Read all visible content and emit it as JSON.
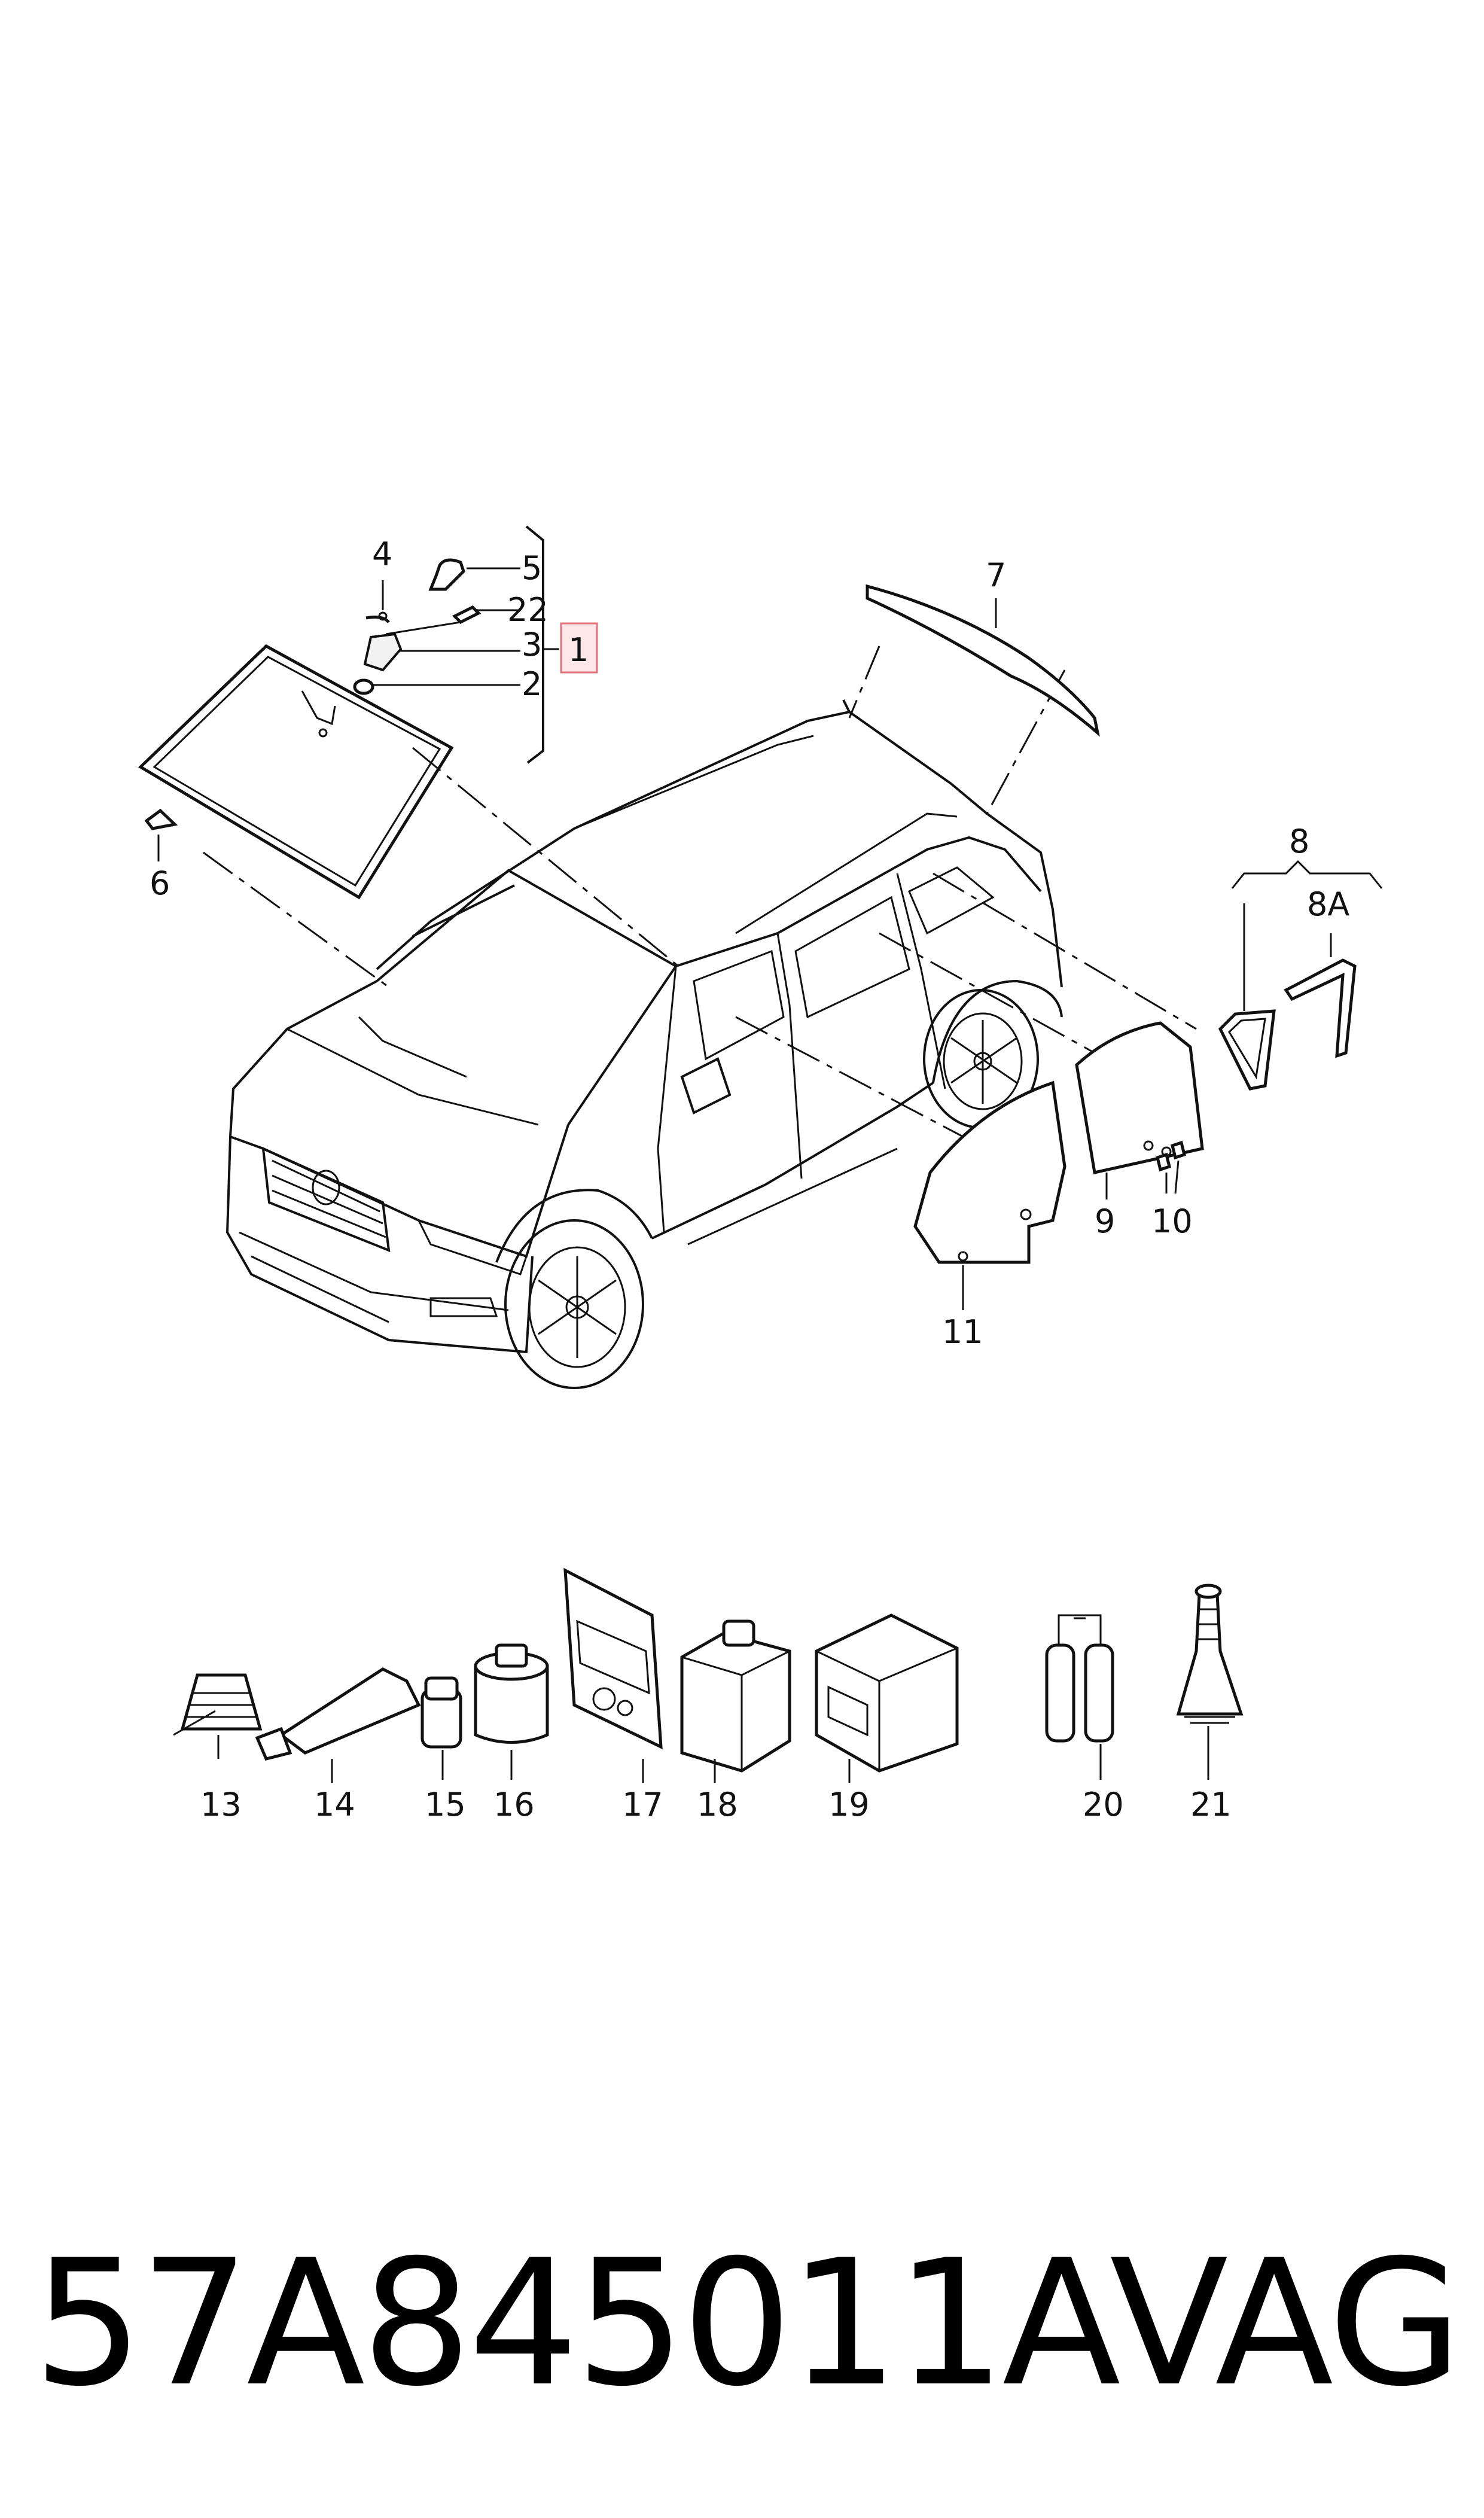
{
  "callouts": {
    "c1": "1",
    "c2": "2",
    "c3": "3",
    "c4": "4",
    "c5": "5",
    "c6": "6",
    "c7": "7",
    "c8": "8",
    "c8a": "8A",
    "c9": "9",
    "c10": "10",
    "c11": "11",
    "c13": "13",
    "c14": "14",
    "c15": "15",
    "c16": "16",
    "c17": "17",
    "c18": "18",
    "c19": "19",
    "c20": "20",
    "c21": "21",
    "c22": "22"
  },
  "footer": {
    "part_number": "57A845011A",
    "brand": "VAG"
  },
  "colors": {
    "line": "#111111",
    "highlight_fill": "#fde7e9",
    "highlight_border": "#e0707a"
  }
}
